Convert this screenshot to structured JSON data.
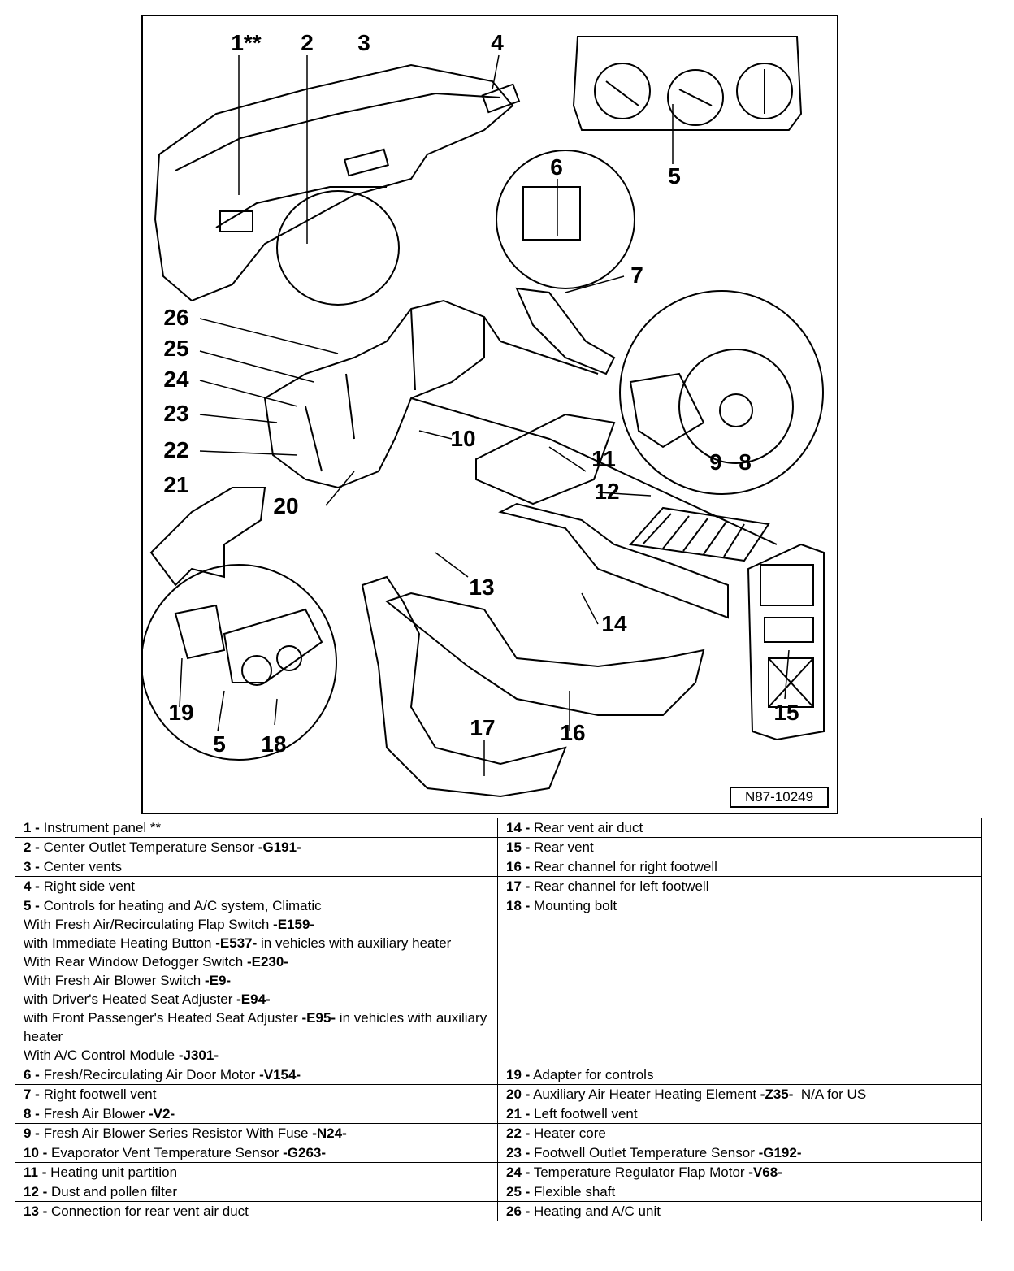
{
  "figure_id": "N87-10249",
  "callouts": [
    "1**",
    "2",
    "3",
    "4",
    "5",
    "6",
    "7",
    "8",
    "9",
    "10",
    "11",
    "12",
    "13",
    "14",
    "15",
    "16",
    "17",
    "18",
    "19",
    "5",
    "20",
    "21",
    "22",
    "23",
    "24",
    "25",
    "26"
  ],
  "legend": [
    [
      {
        "no": "1 -",
        "text": "Instrument panel **",
        "code": ""
      },
      {
        "no": "2 -",
        "text": "Center Outlet Temperature Sensor ",
        "code": "-G191-"
      },
      {
        "no": "3 -",
        "text": "Center vents",
        "code": ""
      },
      {
        "no": "4 -",
        "text": "Right side vent",
        "code": ""
      },
      {
        "no": "5 -",
        "text": "Controls for heating and A/C system, Climatic",
        "code": "",
        "lines": [
          {
            "t": "With Fresh Air/Recirculating Flap Switch ",
            "c": "-E159-",
            "s": ""
          },
          {
            "t": "with Immediate Heating Button ",
            "c": "-E537-",
            "s": " in vehicles with auxiliary heater"
          },
          {
            "t": "With Rear Window Defogger Switch ",
            "c": "-E230-",
            "s": ""
          },
          {
            "t": "With Fresh Air Blower Switch ",
            "c": "-E9-",
            "s": ""
          },
          {
            "t": "with Driver's Heated Seat Adjuster ",
            "c": "-E94-",
            "s": ""
          },
          {
            "t": "with Front Passenger's Heated Seat Adjuster ",
            "c": "-E95-",
            "s": " in vehicles with auxiliary heater"
          },
          {
            "t": "With A/C Control Module ",
            "c": "-J301-",
            "s": ""
          }
        ]
      },
      {
        "no": "6 -",
        "text": "Fresh/Recirculating Air Door Motor ",
        "code": "-V154-"
      },
      {
        "no": "7 -",
        "text": "Right footwell vent",
        "code": ""
      },
      {
        "no": "8 -",
        "text": "Fresh Air Blower ",
        "code": "-V2-"
      },
      {
        "no": "9 -",
        "text": "Fresh Air Blower Series Resistor With Fuse ",
        "code": "-N24-"
      },
      {
        "no": "10 -",
        "text": "Evaporator Vent Temperature Sensor ",
        "code": "-G263-"
      },
      {
        "no": "11 -",
        "text": "Heating unit partition",
        "code": ""
      },
      {
        "no": "12 -",
        "text": "Dust and pollen filter",
        "code": ""
      },
      {
        "no": "13 -",
        "text": "Connection for rear vent air duct",
        "code": ""
      }
    ],
    [
      {
        "no": "14 -",
        "text": "Rear vent air duct",
        "code": ""
      },
      {
        "no": "15 -",
        "text": "Rear vent",
        "code": ""
      },
      {
        "no": "16 -",
        "text": "Rear channel for right footwell",
        "code": ""
      },
      {
        "no": "17 -",
        "text": "Rear channel for left footwell",
        "code": ""
      },
      {
        "no": "18 -",
        "text": "Mounting bolt",
        "code": ""
      },
      {
        "no": "19 -",
        "text": "Adapter for controls",
        "code": ""
      },
      {
        "no": "20 -",
        "text": "Auxiliary Air Heater Heating Element ",
        "code": "-Z35-",
        "suffix": "  N/A for US"
      },
      {
        "no": "21 -",
        "text": "Left footwell vent",
        "code": ""
      },
      {
        "no": "22 -",
        "text": "Heater core",
        "code": ""
      },
      {
        "no": "23 -",
        "text": "Footwell Outlet Temperature Sensor ",
        "code": "-G192-"
      },
      {
        "no": "24 -",
        "text": "Temperature Regulator Flap Motor ",
        "code": "-V68-"
      },
      {
        "no": "25 -",
        "text": "Flexible shaft",
        "code": ""
      },
      {
        "no": "26 -",
        "text": "Heating and A/C unit",
        "code": ""
      }
    ]
  ]
}
